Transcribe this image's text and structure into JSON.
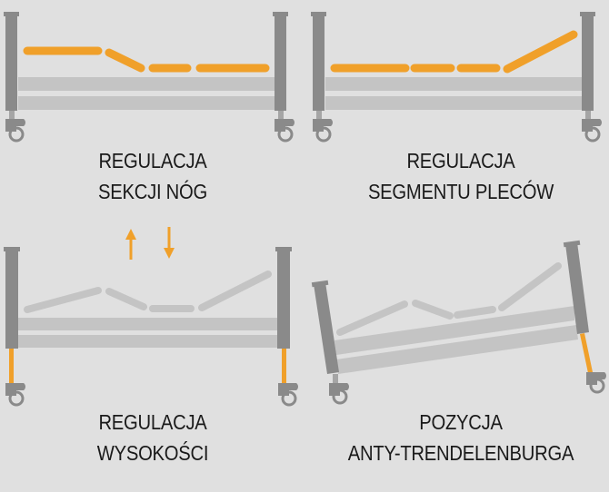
{
  "colors": {
    "background": "#e0e0e0",
    "frame_dark": "#8a8a8a",
    "frame_light": "#c2c2c2",
    "platform_inactive": "#c4c4c4",
    "accent_orange": "#f0a02a",
    "text": "#1a1a1a"
  },
  "panels": [
    {
      "id": "leg-section",
      "line1": "REGULACJA",
      "line2": "SEKCJI NÓG",
      "icon": "bed-leg-section-icon"
    },
    {
      "id": "back-segment",
      "line1": "REGULACJA",
      "line2": "SEGMENTU PLECÓW",
      "icon": "bed-back-segment-icon"
    },
    {
      "id": "height",
      "line1": "REGULACJA",
      "line2": "WYSOKOŚCI",
      "icon": "bed-height-icon"
    },
    {
      "id": "anti-trendelenburg",
      "line1": "POZYCJA",
      "line2": "ANTY-TRENDELENBURGA",
      "icon": "bed-anti-trendelenburg-icon"
    }
  ]
}
